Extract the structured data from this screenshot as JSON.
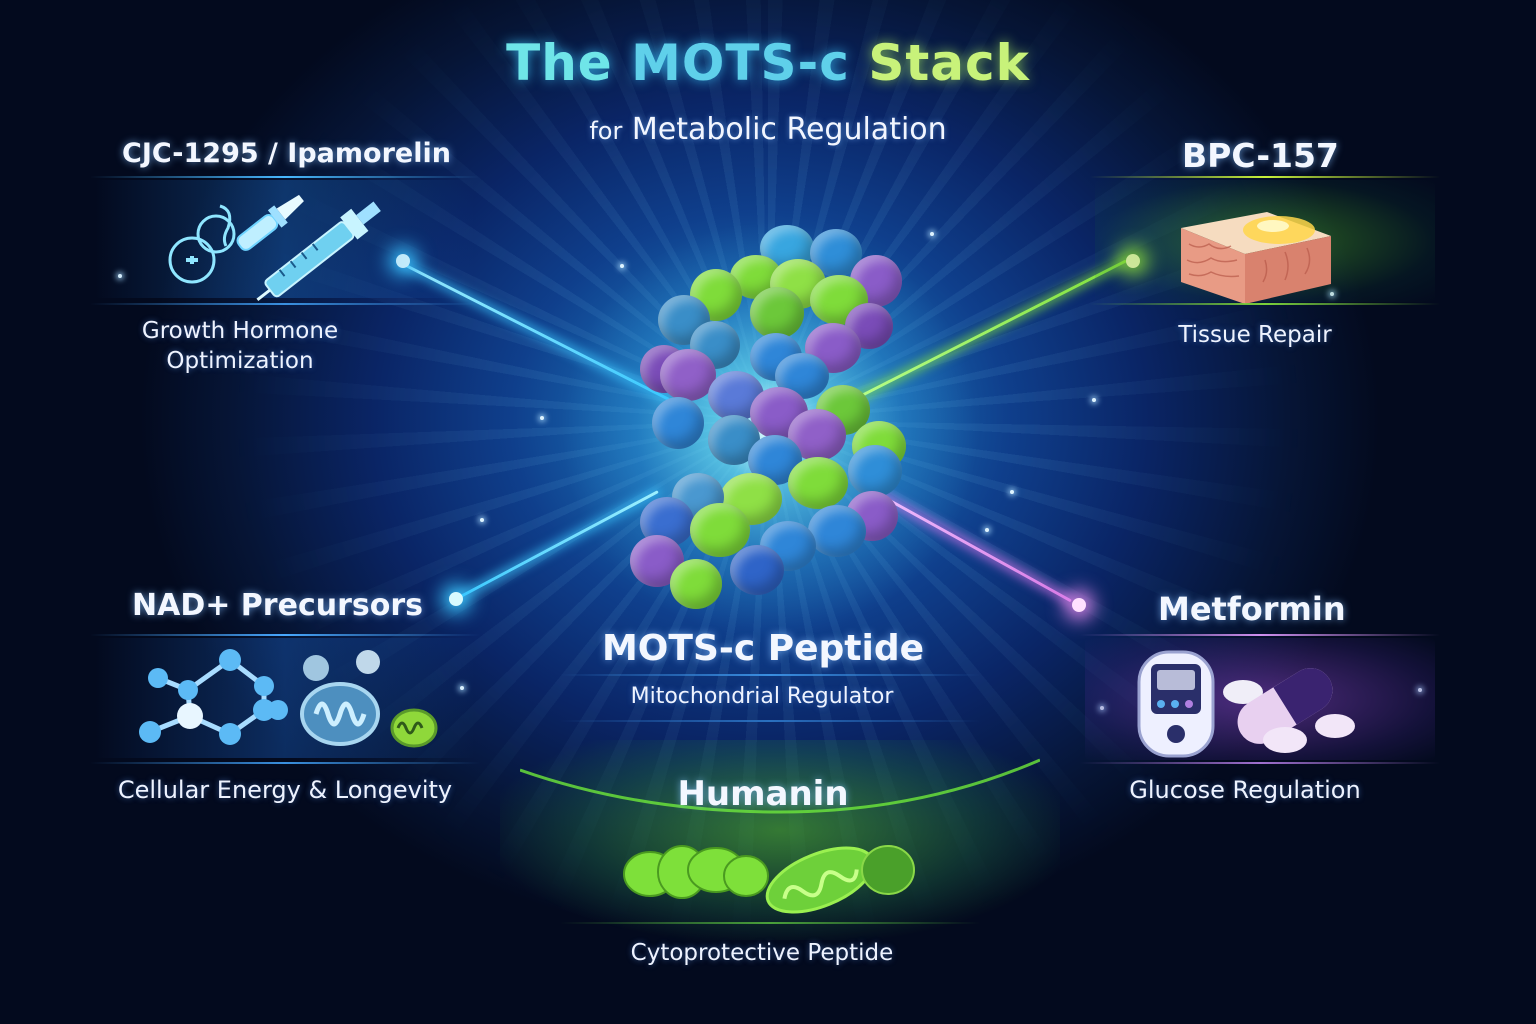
{
  "header": {
    "title_part1": "The",
    "title_part2": "MOTS-c",
    "title_part3": "Stack",
    "subtitle_prefix": "for",
    "subtitle_main": "Metabolic Regulation"
  },
  "center": {
    "title": "MOTS-c Peptide",
    "description": "Mitochondrial Regulator",
    "icon": "peptide-helix-molecule"
  },
  "nodes": [
    {
      "id": "cjc",
      "title": "CJC-1295 / Ipamorelin",
      "description_line1": "Growth Hormone",
      "description_line2": "Optimization",
      "accent": "#39c8ff",
      "icon": "syringe-vial-hormone"
    },
    {
      "id": "bpc",
      "title": "BPC-157",
      "description_line1": "Tissue Repair",
      "accent": "#8ee83a",
      "icon": "tissue-block"
    },
    {
      "id": "nad",
      "title": "NAD+ Precursors",
      "description_line1": "Cellular Energy & Longevity",
      "accent": "#3aa8ff",
      "icon": "molecule-mitochondria"
    },
    {
      "id": "metformin",
      "title": "Metformin",
      "description_line1": "Glucose Regulation",
      "accent": "#c07ae6",
      "icon": "glucometer-pills"
    },
    {
      "id": "humanin",
      "title": "Humanin",
      "description_line1": "Cytoprotective Peptide",
      "accent": "#6fe03a",
      "icon": "mitochondria-green"
    }
  ],
  "colors": {
    "background_dark": "#040c24",
    "background_mid": "#0b2f78",
    "center_glow": "#5fd6f0",
    "bead_green": "#7fdc3a",
    "bead_blue": "#2f86d8",
    "bead_purple": "#8a5cc8"
  }
}
